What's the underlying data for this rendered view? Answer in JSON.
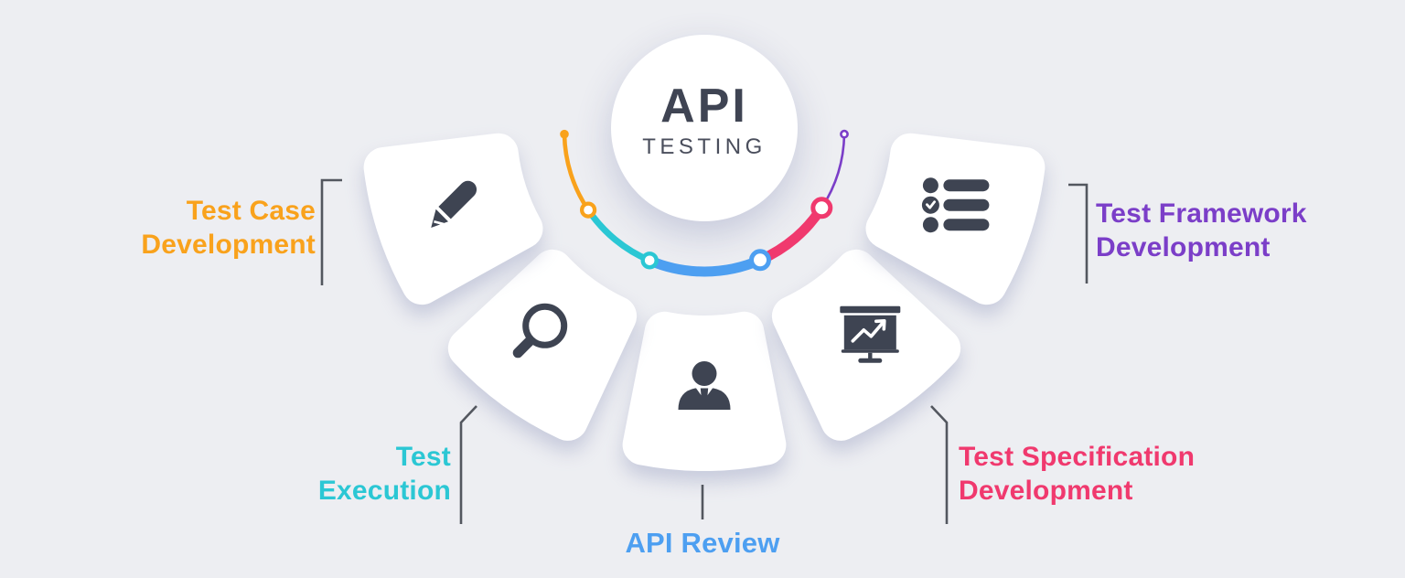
{
  "title": {
    "main": "API",
    "sub": "TESTING"
  },
  "colors": {
    "background": "#EDEEF2",
    "card": "#FFFFFF",
    "icon": "#3E4452",
    "connector": "#53575F",
    "title_main": "#3F4453",
    "title_sub": "#4A4E5C"
  },
  "segments": [
    {
      "id": "test-case-development",
      "label": "Test Case Development",
      "lines": [
        "Test Case",
        "Development"
      ],
      "color": "#F9A21C",
      "icon": "pencil-icon"
    },
    {
      "id": "test-execution",
      "label": "Test Execution",
      "lines": [
        "Test",
        "Execution"
      ],
      "color": "#2BC7D4",
      "icon": "search-icon"
    },
    {
      "id": "api-review",
      "label": "API Review",
      "lines": [
        "API Review"
      ],
      "color": "#4D9FF1",
      "icon": "person-icon"
    },
    {
      "id": "test-specification-development",
      "label": "Test Specification Development",
      "lines": [
        "Test Specification",
        "Development"
      ],
      "color": "#F0396E",
      "icon": "presentation-chart-icon"
    },
    {
      "id": "test-framework-development",
      "label": "Test Framework Development",
      "lines": [
        "Test Framework",
        "Development"
      ],
      "color": "#7B3EC8",
      "icon": "checklist-icon"
    }
  ]
}
